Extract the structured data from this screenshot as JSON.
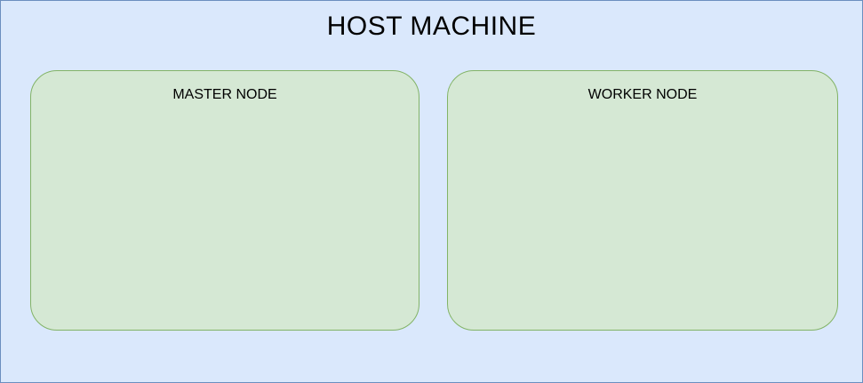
{
  "diagram": {
    "host": {
      "title": "HOST MACHINE"
    },
    "nodes": [
      {
        "label": "MASTER NODE"
      },
      {
        "label": "WORKER NODE"
      }
    ]
  },
  "colors": {
    "host_fill": "#dae8fc",
    "host_stroke": "#6c8ebf",
    "node_fill": "#d5e8d4",
    "node_stroke": "#82b366",
    "text": "#000000"
  }
}
